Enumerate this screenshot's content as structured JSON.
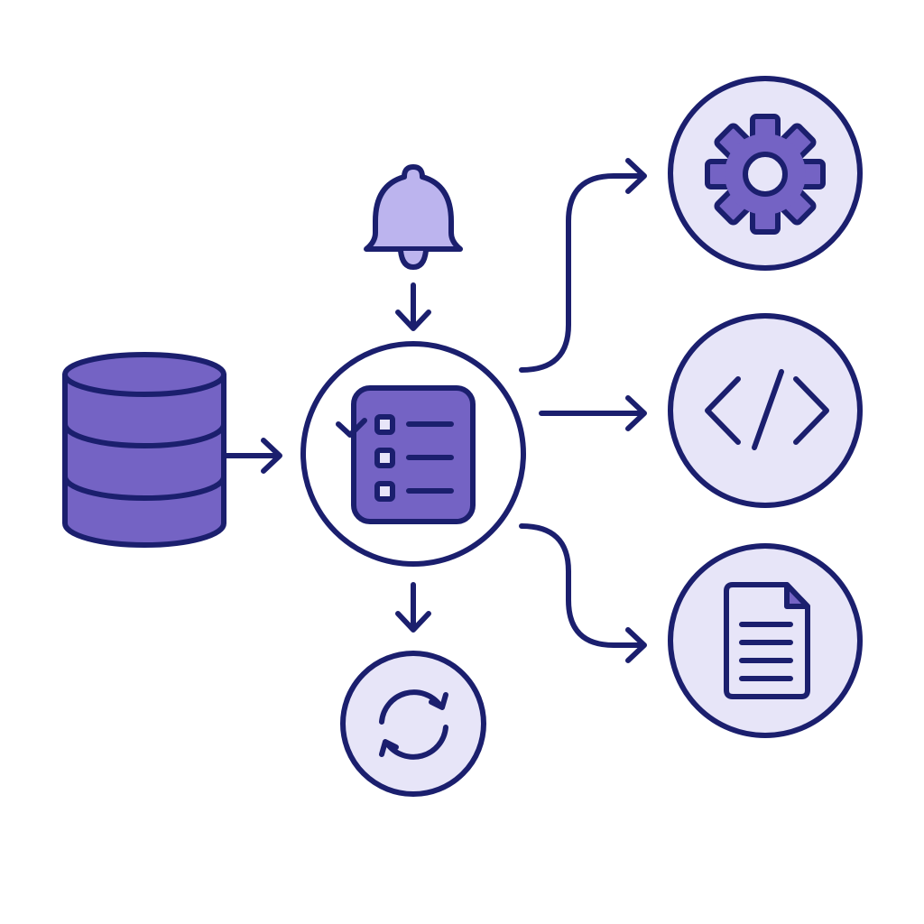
{
  "diagram": {
    "colors": {
      "stroke": "#1b1f6e",
      "primary_fill": "#7463c4",
      "light_fill": "#e7e5f8",
      "bell_fill": "#bcb4ee",
      "background": "#ffffff"
    },
    "nodes": [
      {
        "id": "database",
        "icon": "database-icon"
      },
      {
        "id": "notification",
        "icon": "bell-icon"
      },
      {
        "id": "task-list",
        "icon": "checklist-icon"
      },
      {
        "id": "sync",
        "icon": "sync-icon"
      },
      {
        "id": "settings",
        "icon": "gear-icon"
      },
      {
        "id": "code",
        "icon": "code-icon"
      },
      {
        "id": "document",
        "icon": "document-icon"
      }
    ],
    "edges": [
      [
        "database",
        "task-list"
      ],
      [
        "notification",
        "task-list"
      ],
      [
        "task-list",
        "sync"
      ],
      [
        "task-list",
        "settings"
      ],
      [
        "task-list",
        "code"
      ],
      [
        "task-list",
        "document"
      ]
    ]
  }
}
